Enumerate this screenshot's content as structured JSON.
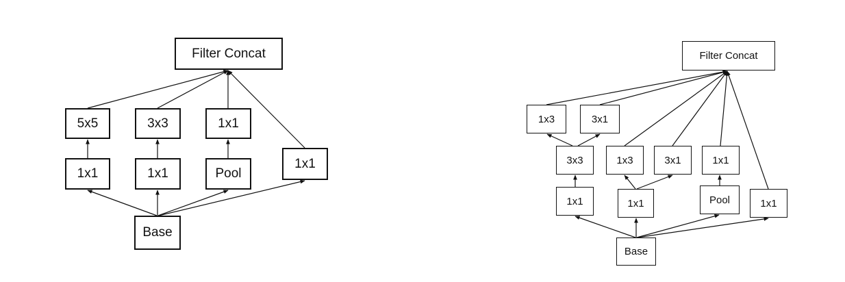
{
  "left_module": {
    "nodes": {
      "concat": "Filter Concat",
      "b1_top": "5x5",
      "b2_top": "3x3",
      "b3_top": "1x1",
      "b1_mid": "1x1",
      "b2_mid": "1x1",
      "b3_mid": "Pool",
      "b4": "1x1",
      "base": "Base"
    }
  },
  "right_module": {
    "nodes": {
      "concat": "Filter Concat",
      "b1_top_a": "1x3",
      "b1_top_b": "3x1",
      "b1_mid": "3x3",
      "b1_low": "1x1",
      "b2_split_a": "1x3",
      "b2_split_b": "3x1",
      "b2_low": "1x1",
      "b3_top": "1x1",
      "b3_mid": "Pool",
      "b4": "1x1",
      "base": "Base"
    }
  }
}
